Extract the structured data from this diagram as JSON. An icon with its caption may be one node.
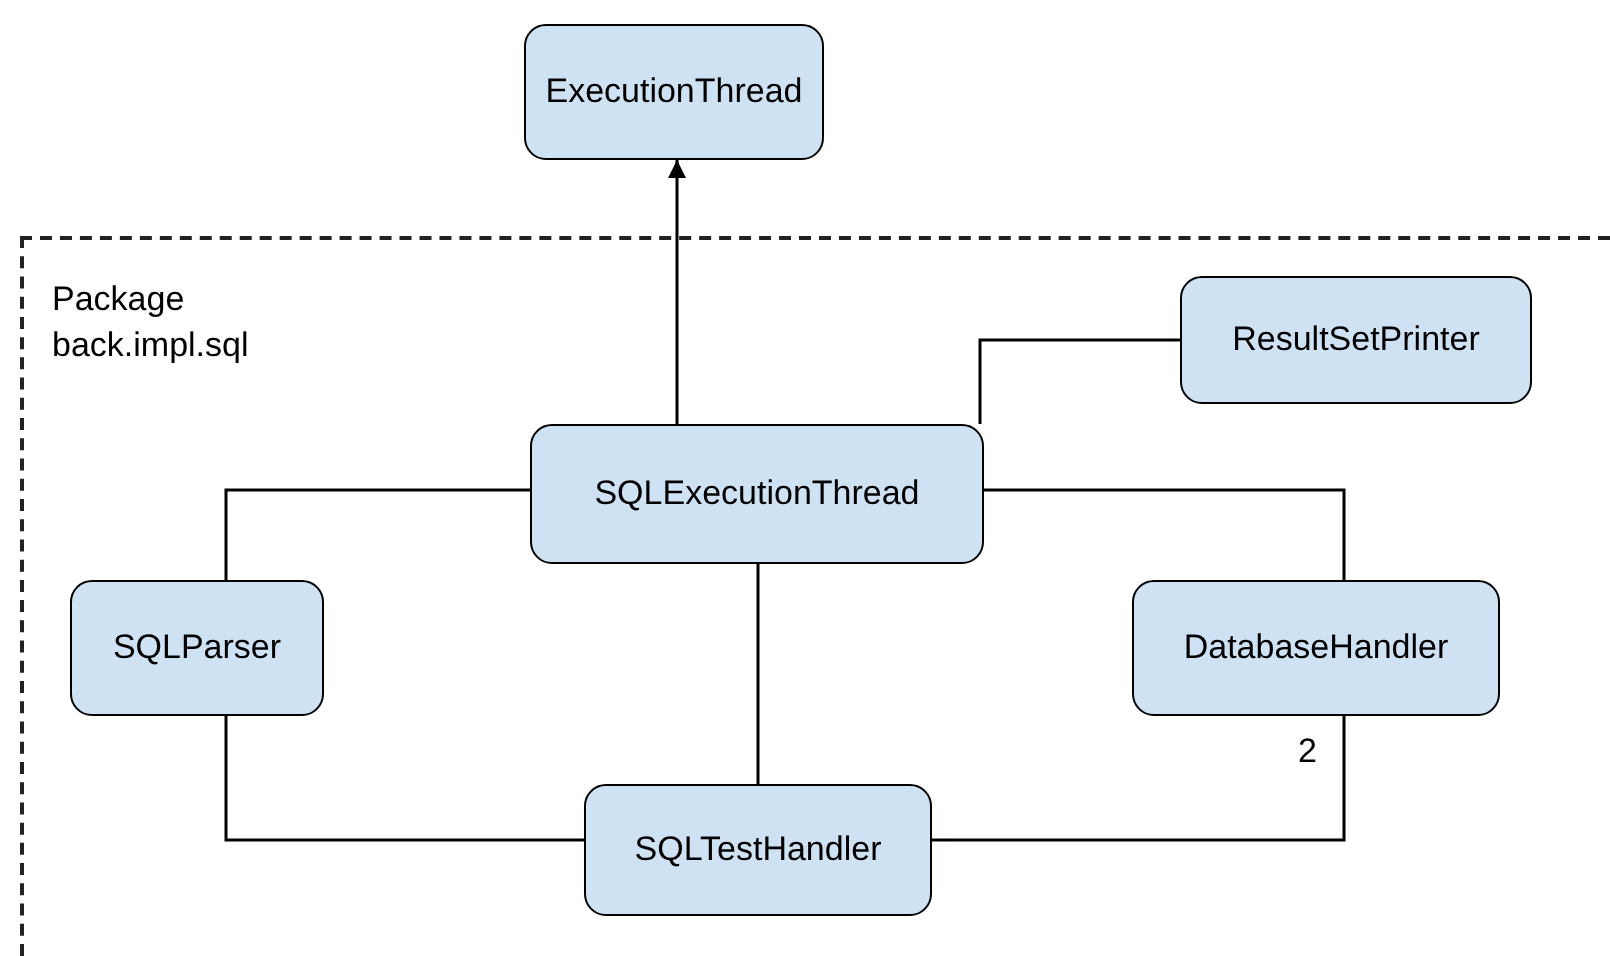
{
  "diagram": {
    "nodes": [
      {
        "text": [
          "Package back.impl.sql"
        ]
      },
      {
        "text": [
          "ExecutionThread"
        ]
      },
      {
        "text": [
          "ResultSetPrinter"
        ],
        "in": 0
      },
      {
        "text": [
          "SQLExecutionThread"
        ],
        "in": 0
      },
      {
        "text": [
          "SQLParser"
        ],
        "in": 0
      },
      {
        "text": [
          "DatabaseHandler"
        ],
        "in": 0
      },
      {
        "text": [
          "SQLTestHandler"
        ],
        "in": 0
      }
    ],
    "edges": [
      {
        "from": 3,
        "to": 1,
        "arrow": "to"
      },
      {
        "from": 3,
        "to": 2,
        "arrow": "none"
      },
      {
        "from": 3,
        "to": 4,
        "arrow": "none"
      },
      {
        "from": 3,
        "to": 5,
        "arrow": "none"
      },
      {
        "from": 3,
        "to": 6,
        "arrow": "none"
      },
      {
        "from": 4,
        "to": 6,
        "arrow": "none"
      },
      {
        "from": 6,
        "to": 5,
        "arrow": "none",
        "label": "2"
      }
    ]
  }
}
